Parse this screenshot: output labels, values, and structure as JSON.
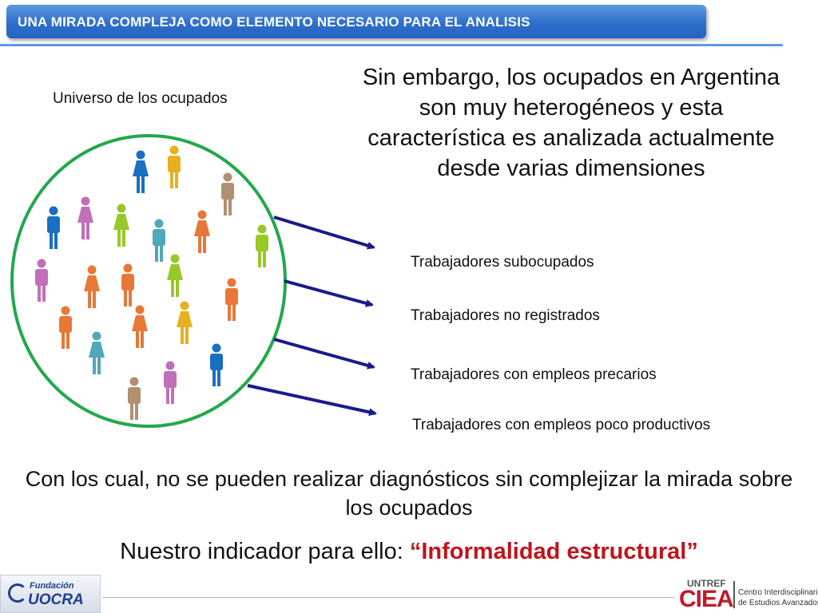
{
  "header": {
    "title": "UNA MIRADA COMPLEJA COMO ELEMENTO NECESARIO PARA EL ANALISIS"
  },
  "universe_label": "Universo de los ocupados",
  "headline": "Sin embargo, los ocupados en Argentina son muy heterogéneos y esta característica es analizada actualmente desde varias dimensiones",
  "categories": [
    "Trabajadores subocupados",
    "Trabajadores no registrados",
    "Trabajadores con empleos precarios",
    "Trabajadores con empleos poco productivos"
  ],
  "conclusion": "Con los cual, no se pueden realizar diagnósticos sin complejizar la mirada sobre los ocupados",
  "indicator": {
    "prefix": "Nuestro indicador para ello: ",
    "name": "“Informalidad estructural”"
  },
  "colors": {
    "circle": "#22a84a",
    "arrow": "#1a1a8a",
    "header": "#2f6fcc",
    "indicator": "#c0141b"
  },
  "people_colors": {
    "blue": "#1a6fc0",
    "gold": "#e6b020",
    "tan": "#b09070",
    "purple": "#c070b8",
    "green": "#98c828",
    "cyan": "#50a8b8",
    "orange": "#e87838"
  },
  "logos": {
    "left": {
      "line1": "Fundación",
      "line2": "UOCRA"
    },
    "right": {
      "top": "UNTREF",
      "brand": "CIEA",
      "desc1": "Centro Interdisciplinario",
      "desc2": "de Estudios Avanzados"
    }
  }
}
